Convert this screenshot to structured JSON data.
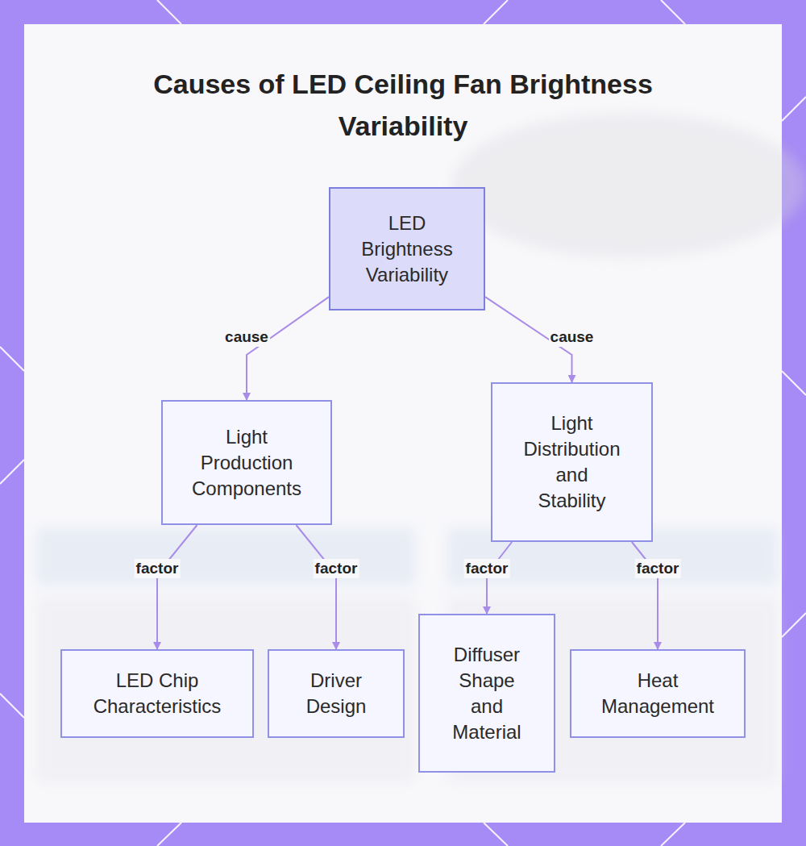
{
  "diagram": {
    "title": "Causes of LED Ceiling Fan Brightness Variability",
    "nodes": [
      {
        "text": [
          "LED Brightness Variability"
        ]
      },
      {
        "text": [
          "Light Production Components"
        ]
      },
      {
        "text": [
          "Light Distribution and Stability"
        ]
      },
      {
        "text": [
          "LED Chip Characteristics"
        ]
      },
      {
        "text": [
          "Driver Design"
        ]
      },
      {
        "text": [
          "Diffuser Shape and Material"
        ]
      },
      {
        "text": [
          "Heat Management"
        ]
      }
    ],
    "edges": [
      {
        "from": 0,
        "to": 1,
        "label": "cause",
        "arrow": "to"
      },
      {
        "from": 0,
        "to": 2,
        "label": "cause",
        "arrow": "to"
      },
      {
        "from": 1,
        "to": 3,
        "label": "factor",
        "arrow": "to"
      },
      {
        "from": 1,
        "to": 4,
        "label": "factor",
        "arrow": "to"
      },
      {
        "from": 2,
        "to": 5,
        "label": "factor",
        "arrow": "to"
      },
      {
        "from": 2,
        "to": 6,
        "label": "factor",
        "arrow": "to"
      }
    ]
  }
}
